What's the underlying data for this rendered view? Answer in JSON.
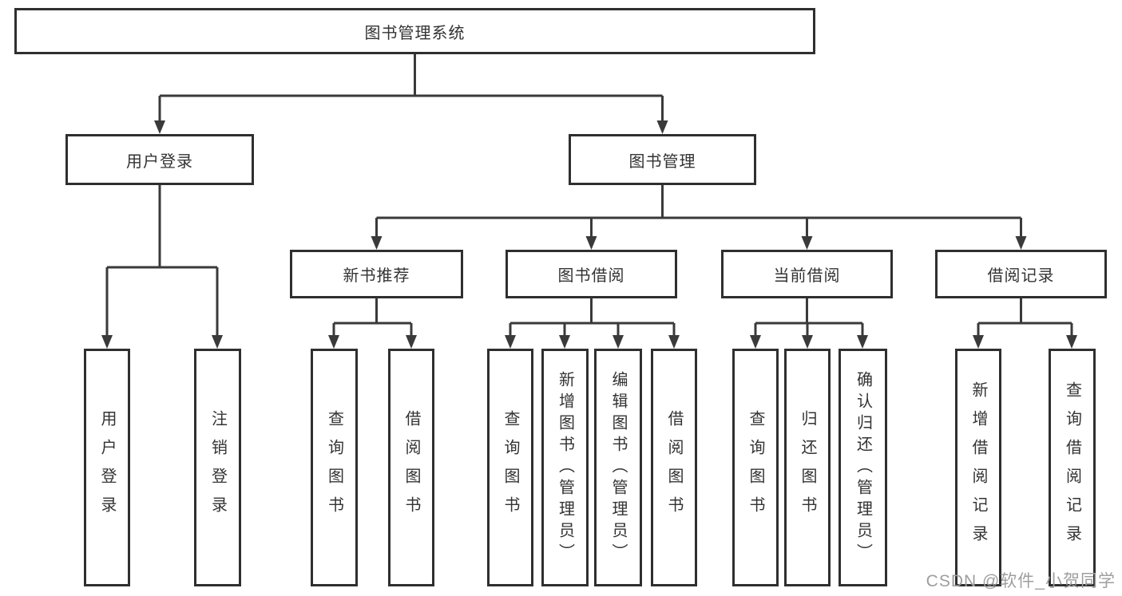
{
  "diagram": {
    "title": "图书管理系统",
    "root": {
      "label": "图书管理系统"
    },
    "level2": {
      "user_login": {
        "label": "用户登录"
      },
      "book_mgmt": {
        "label": "图书管理"
      }
    },
    "level3": {
      "new_book": {
        "label": "新书推荐"
      },
      "book_borrow": {
        "label": "图书借阅"
      },
      "current_borrow": {
        "label": "当前借阅"
      },
      "borrow_records": {
        "label": "借阅记录"
      }
    },
    "leaves": [
      "用户登录",
      "注销登录",
      "查询图书",
      "借阅图书",
      "查询图书",
      "新增图书（管理员）",
      "编辑图书（管理员）",
      "借阅图书",
      "查询图书",
      "归还图书",
      "确认归还（管理员）",
      "新增借阅记录",
      "查询借阅记录"
    ]
  },
  "watermark": "CSDN @软件_小贺同学",
  "colors": {
    "line": "#3a3a3a",
    "box_border": "#2f2f2f",
    "text": "#333333",
    "watermark": "#9e9e9e",
    "background": "#ffffff"
  }
}
